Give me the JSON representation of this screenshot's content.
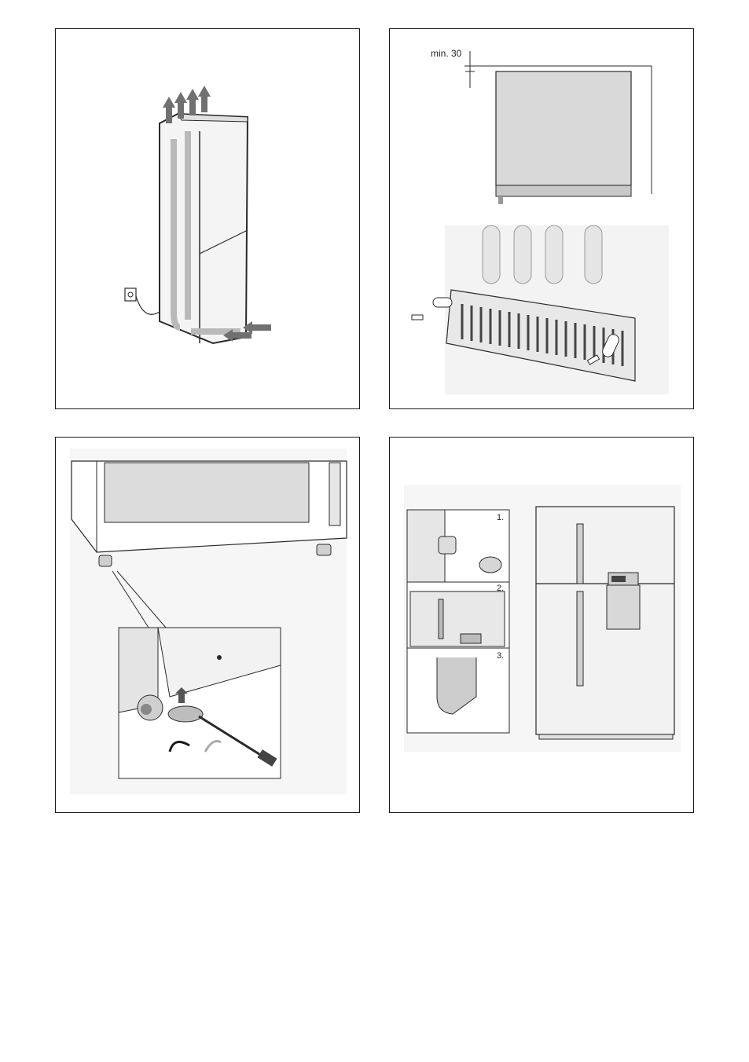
{
  "figures": {
    "ventilation": {
      "name": "ventilation-figure"
    },
    "clearance": {
      "dimension_label": "min. 30"
    },
    "leveling": {
      "name": "leveling-feet-figure"
    },
    "handles": {
      "steps": [
        "1.",
        "2.",
        "3."
      ]
    }
  },
  "colors": {
    "line": "#2a2a2a",
    "fill_light": "#f2f2f2",
    "fill_gray": "#d8d8d8",
    "arrow_dark": "#6e6e6e",
    "arrow_light": "#b0b0b0"
  }
}
